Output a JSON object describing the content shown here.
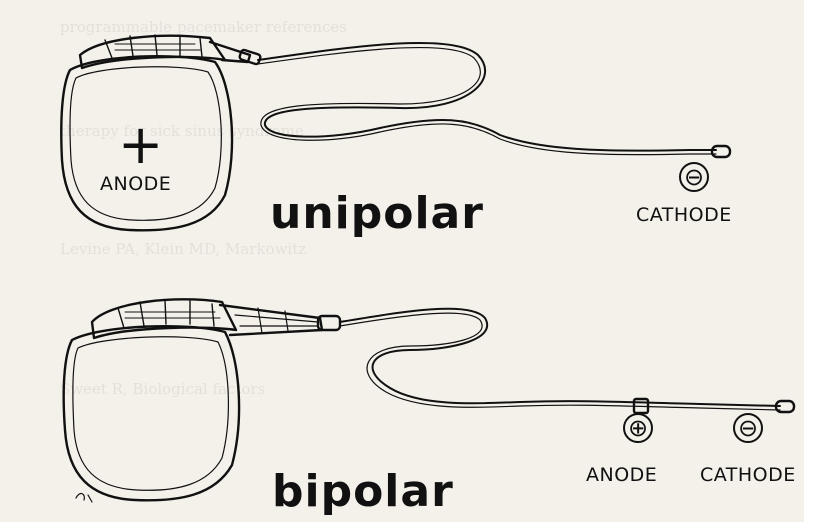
{
  "unipolar": {
    "anode_symbol": "+",
    "anode_label": "ANODE",
    "title": "unipolar",
    "cathode_symbol": "⊖",
    "cathode_label": "CATHODE"
  },
  "bipolar": {
    "title": "bipolar",
    "anode_symbol": "⊕",
    "anode_label": "ANODE",
    "cathode_symbol": "⊖",
    "cathode_label": "CATHODE"
  },
  "colors": {
    "ink": "#111111",
    "paper": "#f4f1ea"
  }
}
